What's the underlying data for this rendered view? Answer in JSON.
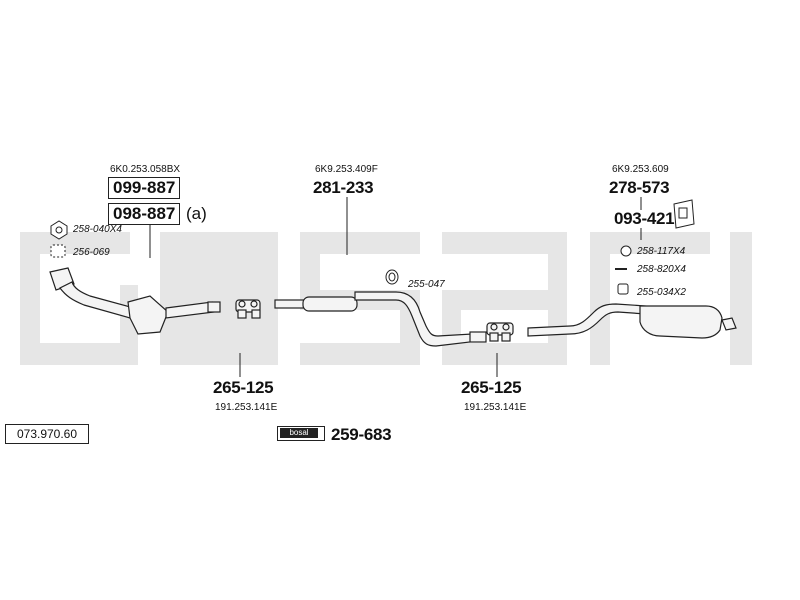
{
  "diagram_number": "073.970.60",
  "parts": {
    "front_pipe": {
      "oem": "6K0.253.058BX",
      "part_a": "099-887",
      "part_b": "098-887",
      "part_b_suffix": "(a)"
    },
    "middle_silencer": {
      "oem": "6K9.253.409F",
      "part": "281-233"
    },
    "rear_silencer": {
      "oem": "6K9.253.609",
      "part": "278-573"
    },
    "bracket": {
      "part": "093-421"
    },
    "nut": {
      "part": "258-040X4"
    },
    "gasket_front": {
      "part": "256-069"
    },
    "ring_mid": {
      "part": "255-047"
    },
    "ring_rear": {
      "part": "258-117X4"
    },
    "bolt_rear": {
      "part": "258-820X4"
    },
    "rubber_rear": {
      "part": "255-034X2"
    },
    "clamp_left": {
      "part": "265-125",
      "oem": "191.253.141E"
    },
    "clamp_right": {
      "part": "265-125",
      "oem": "191.253.141E"
    },
    "assembly_paste": {
      "part": "259-683",
      "brand": "bosal"
    }
  },
  "colors": {
    "watermark": "#e6e6e6",
    "line": "#222222",
    "part_fill": "#f4f4f4"
  }
}
